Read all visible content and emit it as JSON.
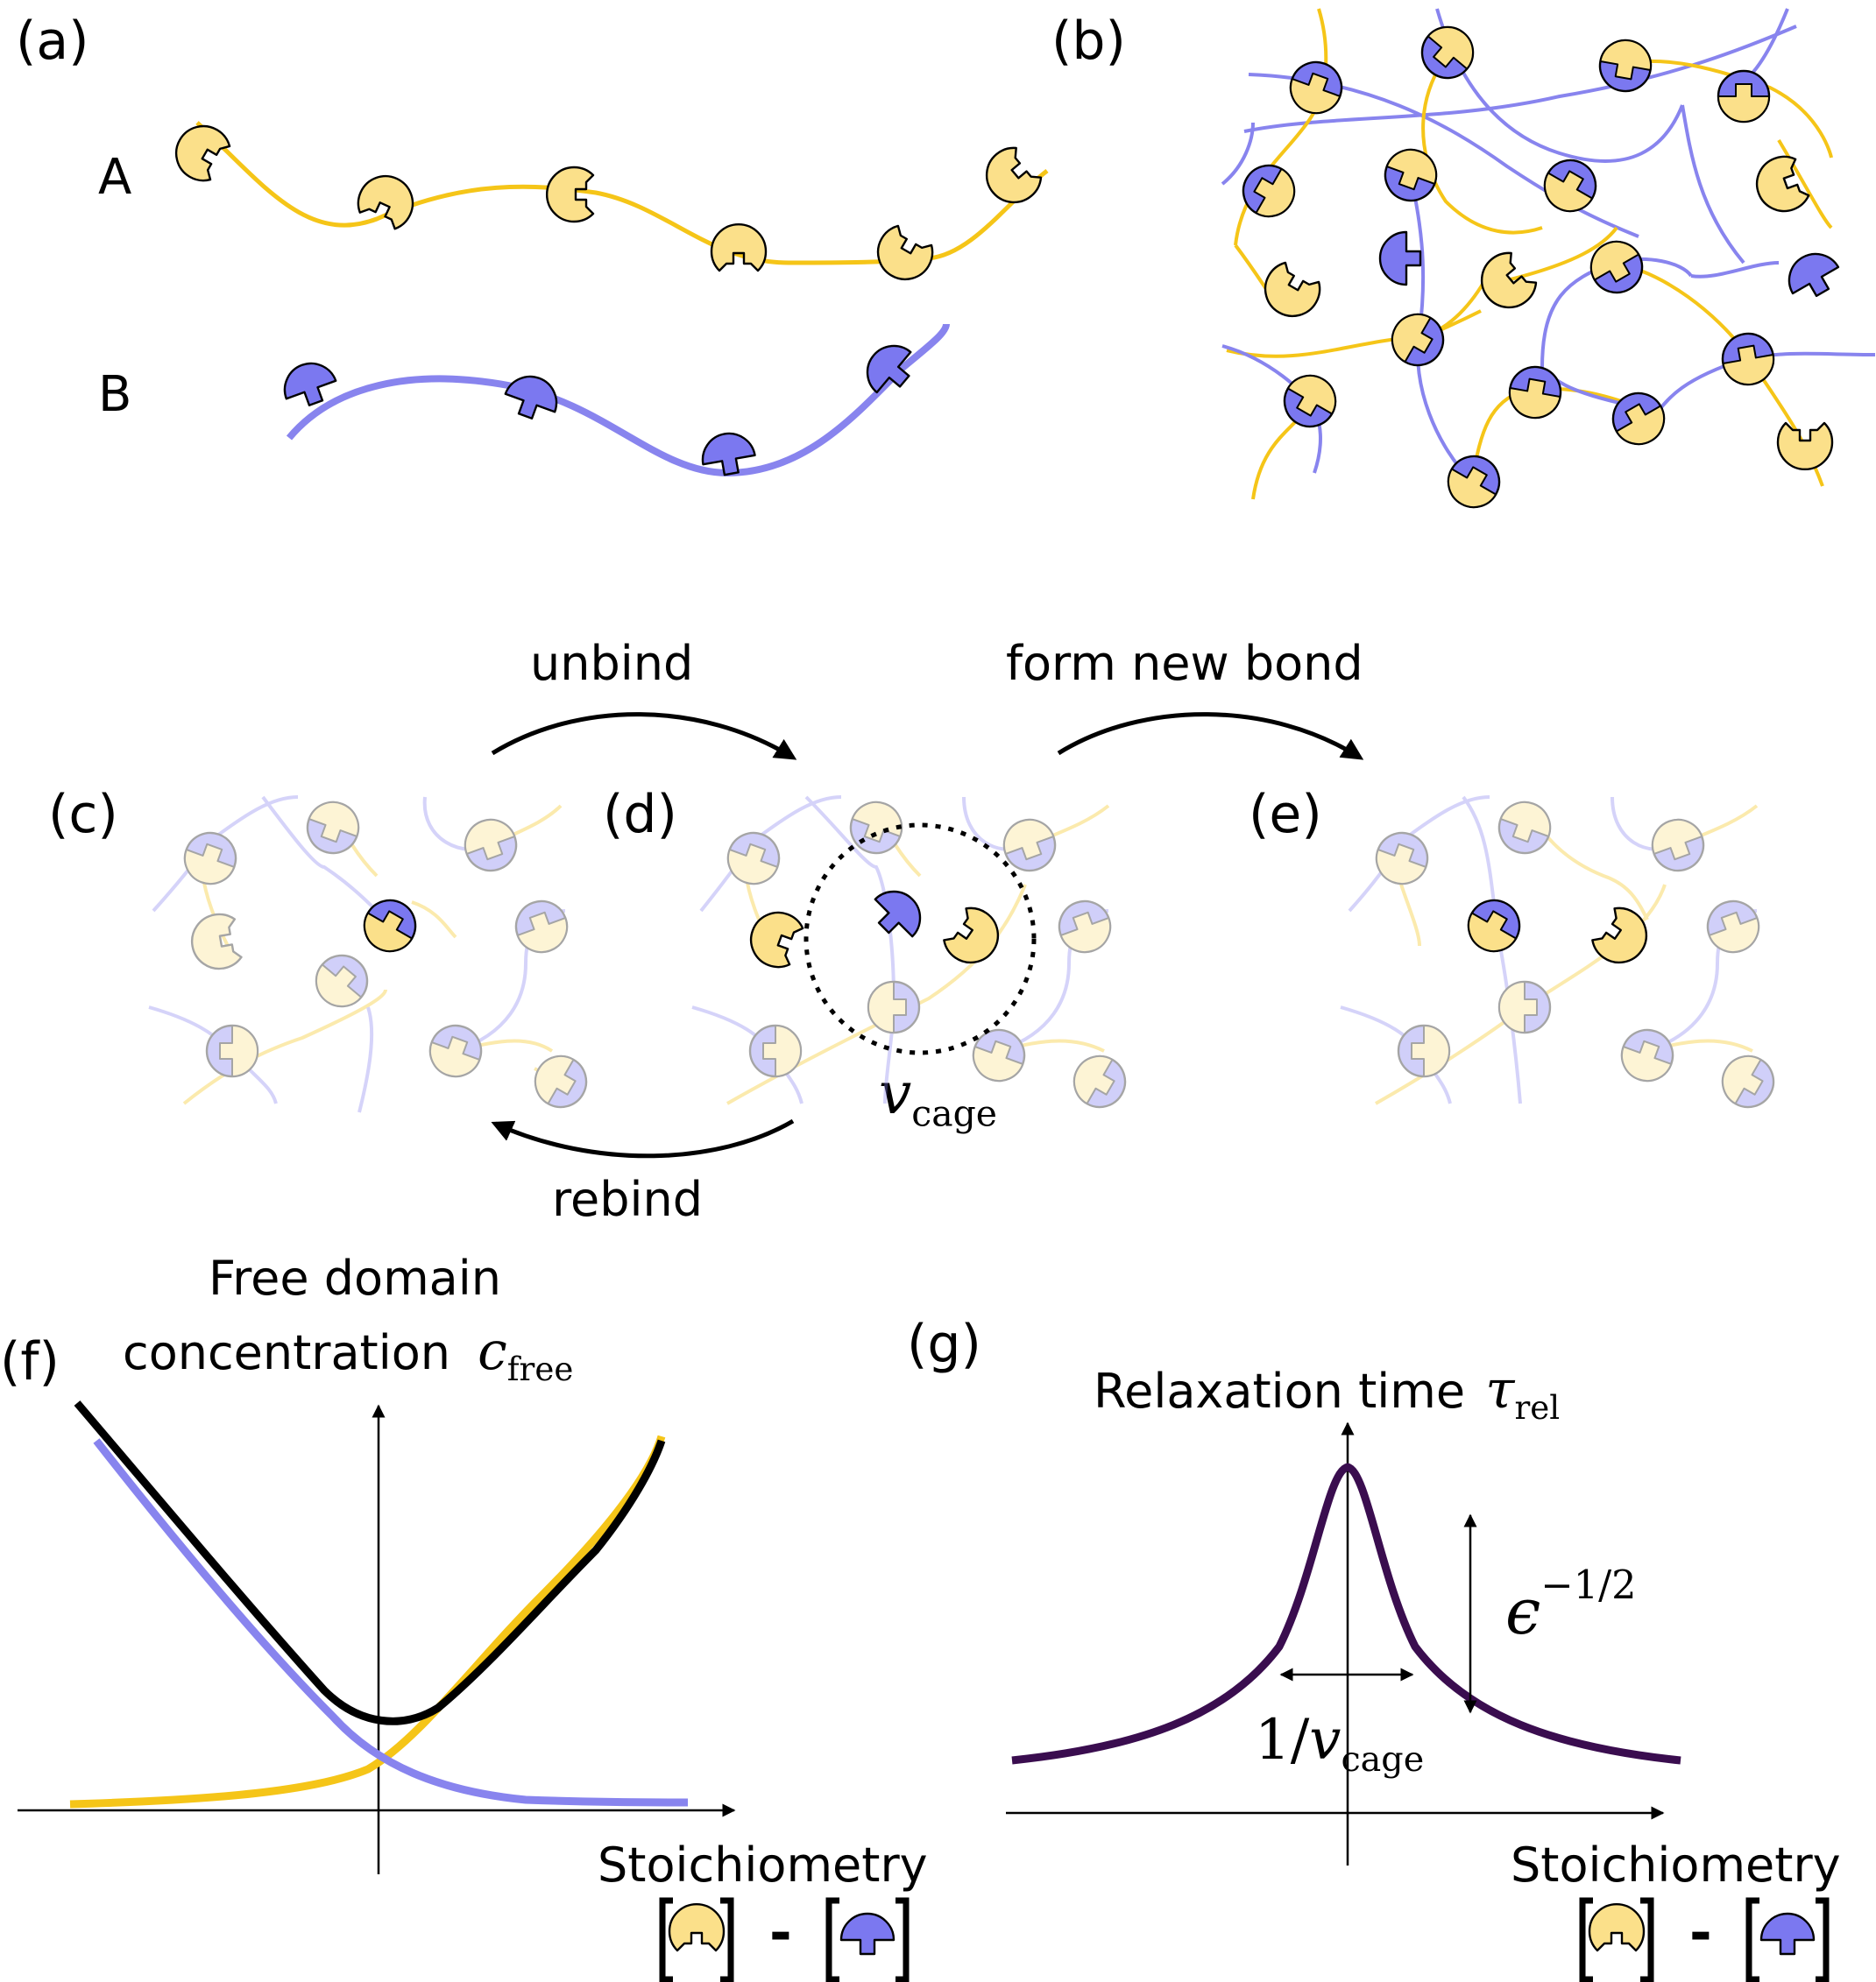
{
  "panels": {
    "a": "(a)",
    "b": "(b)",
    "c": "(c)",
    "d": "(d)",
    "e": "(e)",
    "f": "(f)",
    "g": "(g)"
  },
  "polymers": {
    "A": "A",
    "B": "B"
  },
  "transitions": {
    "unbind": "unbind",
    "form_new_bond": "form new bond",
    "rebind": "rebind"
  },
  "cage_label": {
    "symbol": "v",
    "subscript": "cage"
  },
  "plot_f": {
    "ylabel_line1": "Free domain",
    "ylabel_line2": "concentration",
    "ylabel_symbol": "c",
    "ylabel_subscript": "free",
    "xlabel": "Stoichiometry",
    "xformula_minus": "-"
  },
  "plot_g": {
    "ylabel": "Relaxation time",
    "ylabel_symbol": "τ",
    "ylabel_subscript": "rel",
    "xlabel": "Stoichiometry",
    "xformula_minus": "-",
    "height_annotation_base": "ϵ",
    "height_annotation_exp": "−1/2",
    "width_annotation_prefix": "1/",
    "width_annotation_symbol": "v",
    "width_annotation_subscript": "cage"
  },
  "colors": {
    "yellow_fill": "#fbe08a",
    "yellow_line": "#f5c518",
    "blue_fill": "#7b78f0",
    "blue_line": "#8884ee",
    "black_curve": "#000000",
    "purple_curve": "#3a0d4f"
  }
}
